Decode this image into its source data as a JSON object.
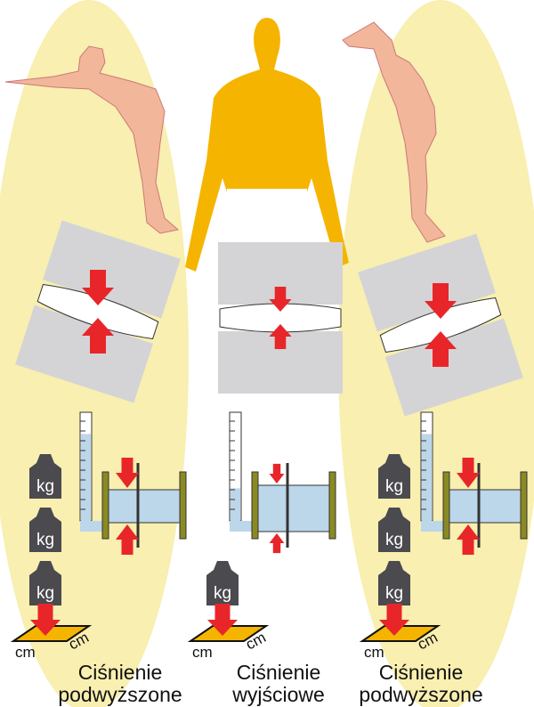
{
  "colors": {
    "highlight": "#f8efb0",
    "body_pink": "#f2b79b",
    "body_yellow": "#f5b400",
    "arrow": "#e8262a",
    "bone": "#d4d4d6",
    "fluid": "#bcd6ea",
    "weight": "#4a4a4f",
    "plate": "#f5b400",
    "flange": "#8a8a22"
  },
  "units": {
    "weight": "kg",
    "area": "cm"
  },
  "panels": [
    {
      "id": "flexion",
      "label_line1": "Ciśnienie",
      "label_line2": "podwyższone",
      "weights": 3,
      "fluid_level": 0.8,
      "highlighted": true
    },
    {
      "id": "neutral",
      "label_line1": "Ciśnienie",
      "label_line2": "wyjściowe",
      "weights": 1,
      "fluid_level": 0.3,
      "highlighted": false
    },
    {
      "id": "extension",
      "label_line1": "Ciśnienie",
      "label_line2": "podwyższone",
      "weights": 3,
      "fluid_level": 0.8,
      "highlighted": true
    }
  ]
}
